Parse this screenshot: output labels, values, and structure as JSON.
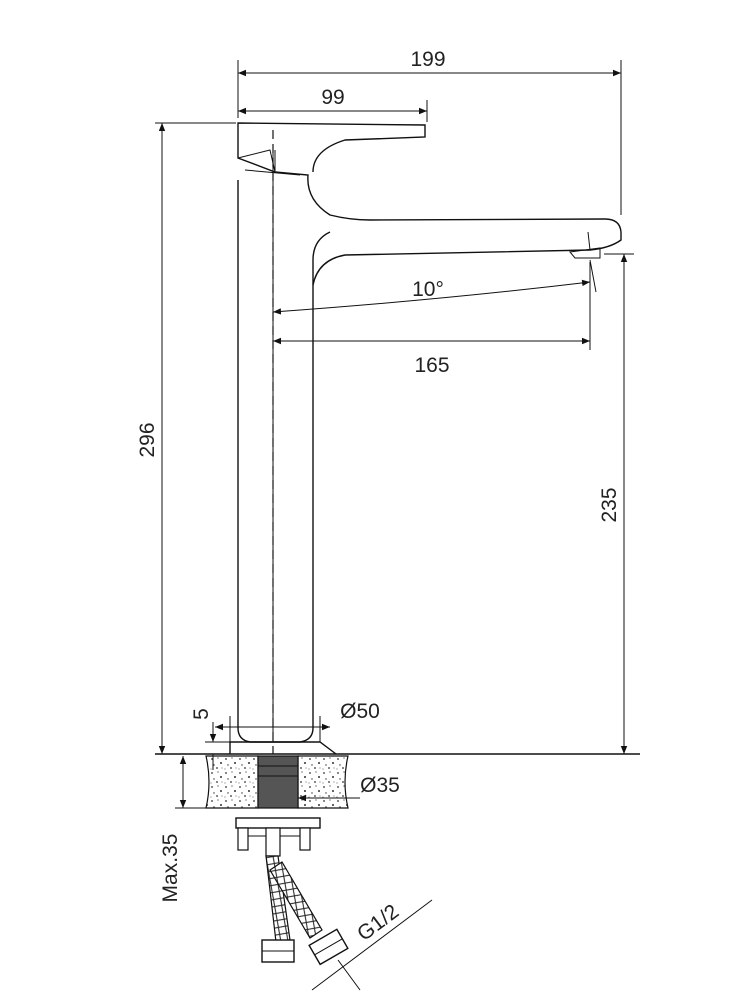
{
  "dimensions": {
    "total_width": "199",
    "handle_width": "99",
    "spout_reach": "165",
    "spout_angle": "10°",
    "total_height": "296",
    "spout_height": "235",
    "spacer_thickness": "5",
    "base_diameter": "Ø50",
    "hole_diameter": "Ø35",
    "max_counter_thickness": "Max.35",
    "connection_thread": "G1/2"
  },
  "colors": {
    "line": "#111111",
    "shank": "#555555",
    "counter_hatch": "#e6e6e6",
    "counter_dots": "#333333"
  }
}
